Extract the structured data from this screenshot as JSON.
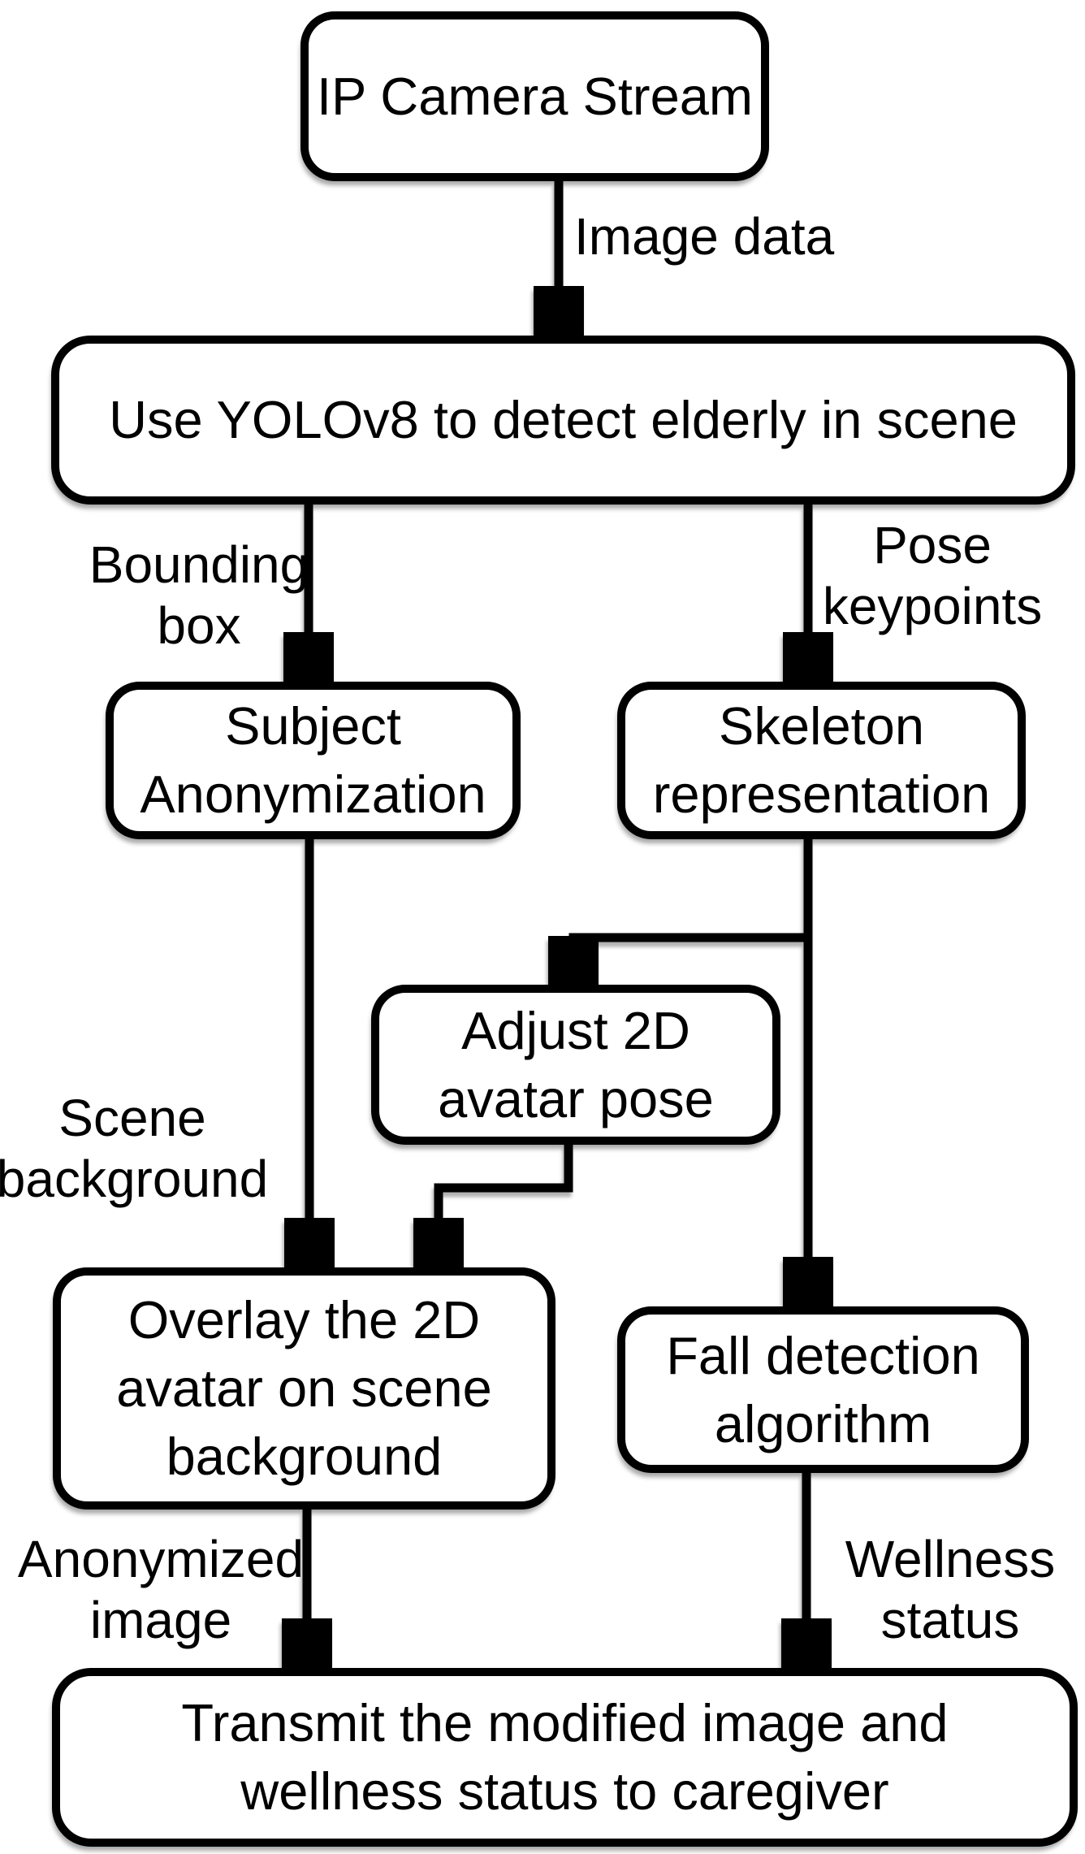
{
  "diagram": {
    "colors": {
      "stroke": "#000000",
      "node_fill": "#ffffff",
      "text": "#000000",
      "background": "#ffffff"
    },
    "nodes": {
      "ip_camera": {
        "label": "IP Camera Stream"
      },
      "yolo": {
        "label": "Use YOLOv8 to detect elderly in scene"
      },
      "subject_anon": {
        "label": "Subject\nAnonymization"
      },
      "skeleton": {
        "label": "Skeleton\nrepresentation"
      },
      "adjust_avatar": {
        "label": "Adjust 2D\navatar pose"
      },
      "overlay": {
        "label": "Overlay the 2D\navatar on scene\nbackground"
      },
      "fall_detection": {
        "label": "Fall detection\nalgorithm"
      },
      "transmit": {
        "label": "Transmit the modified image and\nwellness status to caregiver"
      }
    },
    "edges": [
      {
        "from": "ip_camera",
        "to": "yolo",
        "label": "Image data"
      },
      {
        "from": "yolo",
        "to": "subject_anon",
        "label": "Bounding\nbox"
      },
      {
        "from": "yolo",
        "to": "skeleton",
        "label": "Pose\nkeypoints"
      },
      {
        "from": "skeleton",
        "to": "adjust_avatar",
        "label": ""
      },
      {
        "from": "skeleton",
        "to": "fall_detection",
        "label": ""
      },
      {
        "from": "subject_anon",
        "to": "overlay",
        "label": "Scene\nbackground"
      },
      {
        "from": "adjust_avatar",
        "to": "overlay",
        "label": ""
      },
      {
        "from": "overlay",
        "to": "transmit",
        "label": "Anonymized\nimage"
      },
      {
        "from": "fall_detection",
        "to": "transmit",
        "label": "Wellness\nstatus"
      }
    ]
  }
}
